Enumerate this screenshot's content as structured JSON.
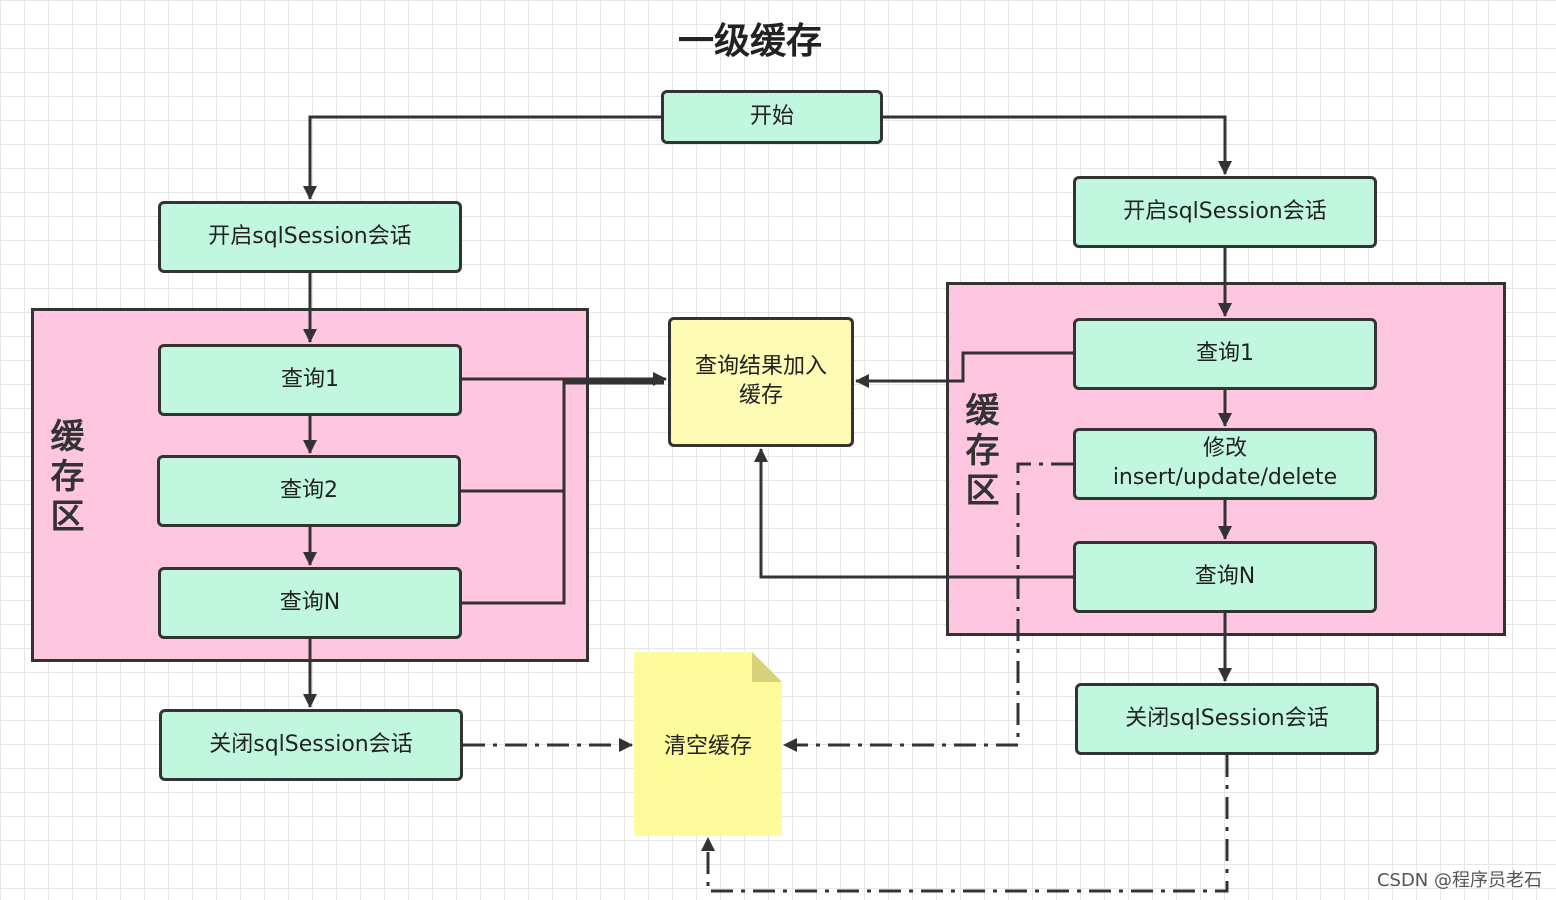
{
  "title": "一级缓存",
  "start": "开始",
  "left": {
    "open_session": "开启sqlSession会话",
    "cache_region_label": "缓存区",
    "query1": "查询1",
    "query2": "查询2",
    "queryN": "查询N",
    "close_session": "关闭sqlSession会话"
  },
  "center": {
    "add_to_cache_line1": "查询结果加入",
    "add_to_cache_line2": "缓存",
    "clear_cache": "清空缓存"
  },
  "right": {
    "open_session": "开启sqlSession会话",
    "cache_region_label": "缓存区",
    "query1": "查询1",
    "modify_line1": "修改",
    "modify_line2": "insert/update/delete",
    "queryN": "查询N",
    "close_session": "关闭sqlSession会话"
  },
  "watermark": "CSDN @程序员老石",
  "colors": {
    "process_fill": "#c2f7df",
    "cache_region_fill": "#ffc6df",
    "note_fill": "#fdfbb4",
    "line": "#333333"
  }
}
